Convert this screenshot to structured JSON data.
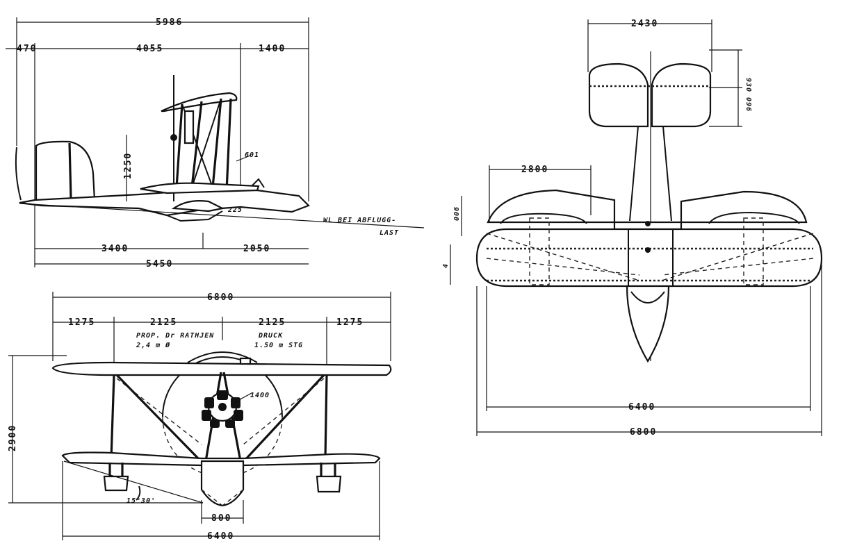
{
  "side_view": {
    "dim_overall": "5986",
    "dim_front": "470",
    "dim_mid": "4055",
    "dim_rear": "1400",
    "dim_height": "1250",
    "dim_small": "601",
    "dim_small2": "225",
    "dim_hull_front": "3400",
    "dim_hull_rear": "2050",
    "dim_hull_total": "5450",
    "waterline_note": "WL BEI ABFLUGG-",
    "waterline_note2": "LAST"
  },
  "front_view": {
    "span": "6800",
    "seg1": "1275",
    "seg2": "2125",
    "seg3": "2125",
    "seg4": "1275",
    "prop_note": "PROP. Dr RATHJEN",
    "prop_note2": "2,4 m Ø",
    "druck_note": "DRUCK",
    "druck_note2": "1.50 m STG",
    "height": "2900",
    "engine_dim": "1400",
    "angle": "15°30'",
    "hull_width": "800",
    "float_span": "6400"
  },
  "top_view": {
    "tail_span": "2430",
    "tail_dim1": "930",
    "tail_dim2": "096",
    "wing_dim": "2800",
    "wing_depth": "006",
    "wing_gap": "4",
    "lower_span": "6400",
    "upper_span": "6800"
  }
}
